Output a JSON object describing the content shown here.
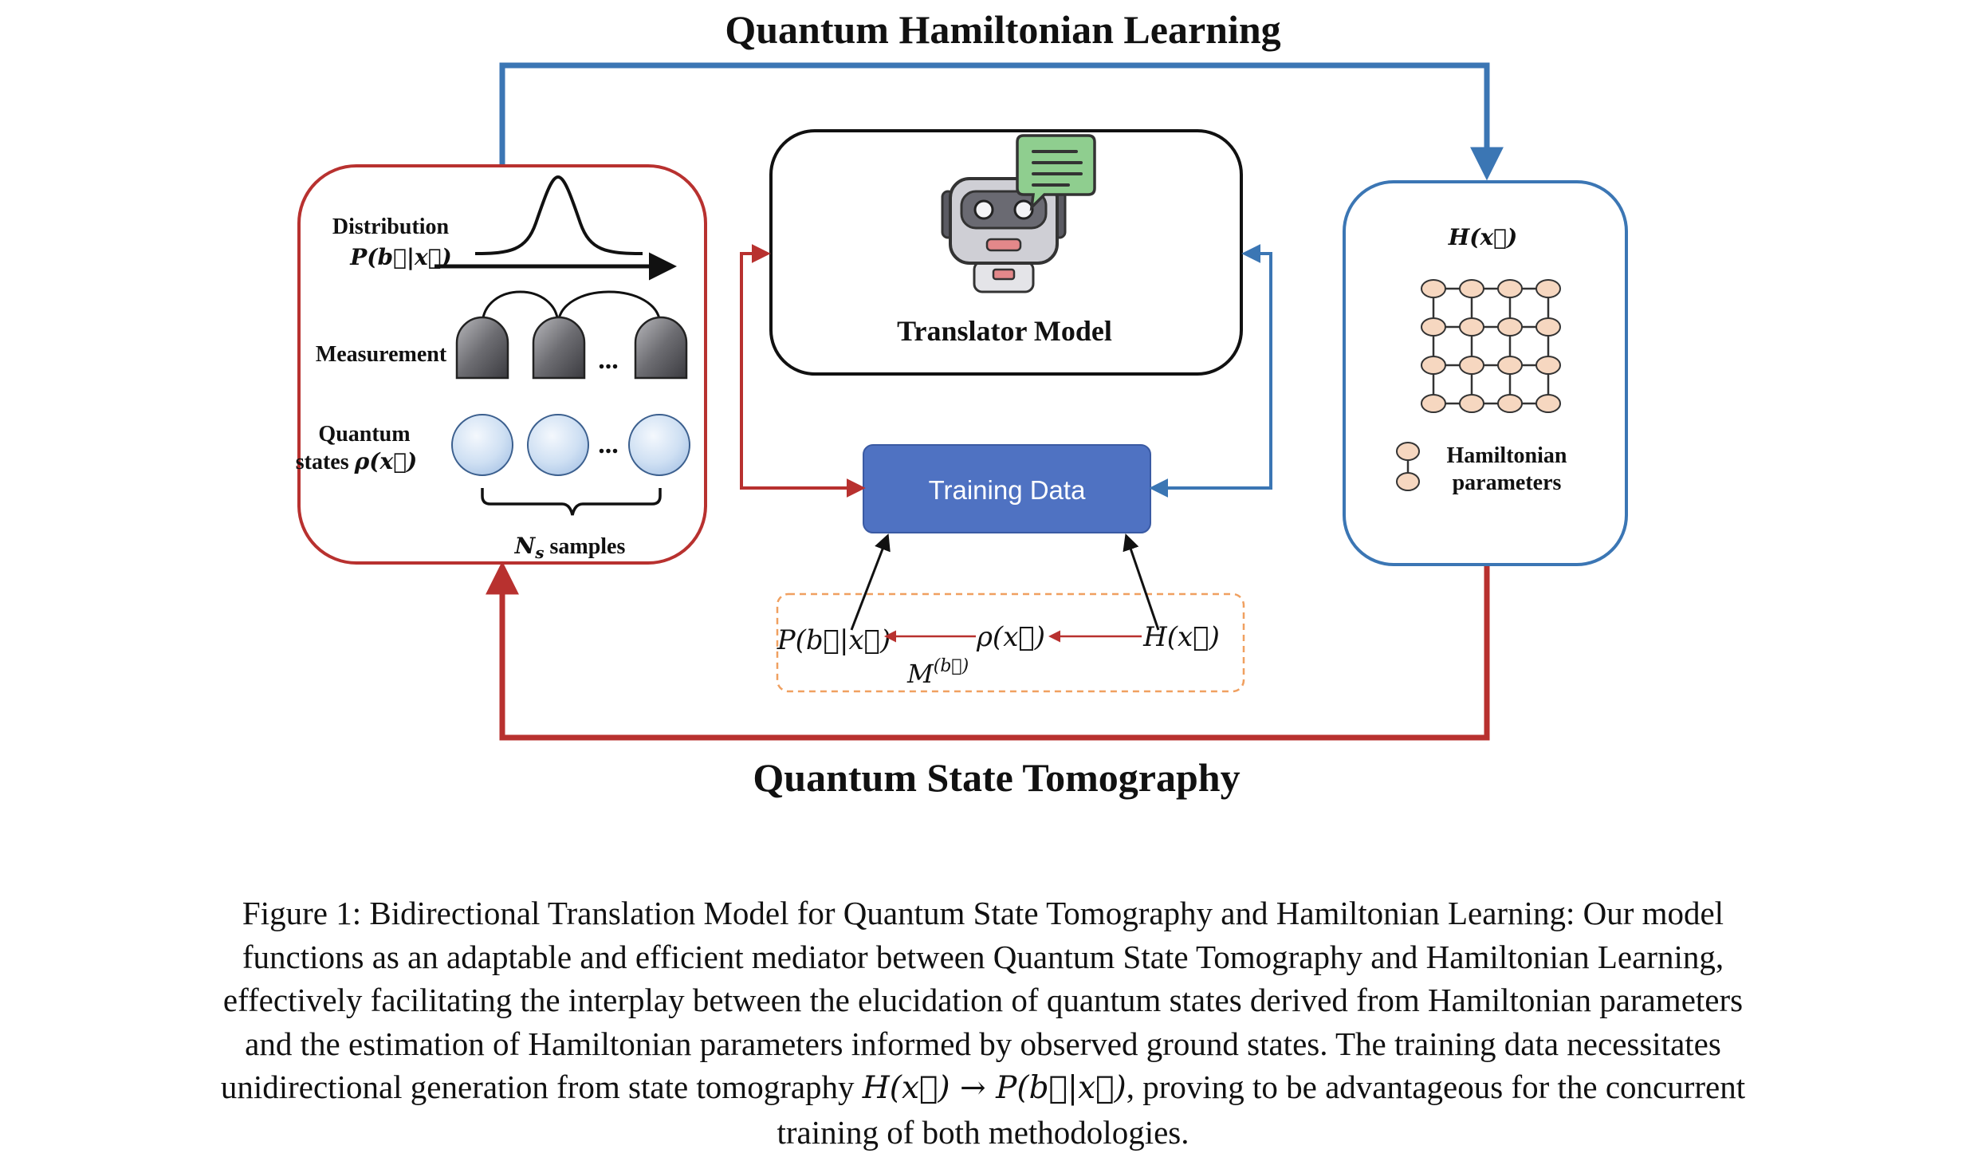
{
  "title_top": "Quantum Hamiltonian Learning",
  "title_bottom": "Quantum State Tomography",
  "left_panel": {
    "distribution_label": "Distribution",
    "distribution_expr": "P(b⃗|x⃗)",
    "measurement_label": "Measurement",
    "quantum_states_label_1": "Quantum",
    "quantum_states_label_2": "states",
    "quantum_states_expr": "ρ(x⃗)",
    "ellipsis": "...",
    "samples_label": "samples",
    "samples_symbol": "N",
    "samples_subscript": "s"
  },
  "center_panel": {
    "translator_label": "Translator Model",
    "training_data_label": "Training Data",
    "chain": {
      "p_expr": "P(b⃗|x⃗)",
      "rho_expr": "ρ(x⃗)",
      "h_expr": "H(x⃗)",
      "m_symbol": "M",
      "m_superscript": "(b⃗)"
    }
  },
  "right_panel": {
    "h_label": "H(x⃗)",
    "legend_line_1": "Hamiltonian",
    "legend_line_2": "parameters"
  },
  "caption": {
    "line_1": "Figure 1: Bidirectional Translation Model for Quantum State Tomography and Hamiltonian Learning: Our model",
    "line_2": "functions as an adaptable and efficient mediator between Quantum State Tomography and Hamiltonian Learning,",
    "line_3": "effectively facilitating the interplay between the elucidation of quantum states derived from Hamiltonian parameters",
    "line_4": "and the estimation of Hamiltonian parameters informed by observed ground states. The training data necessitates",
    "line_5a": "unidirectional generation from state tomography",
    "line_5_math": "H(x⃗) → P(b⃗|x⃗)",
    "line_5b": ", proving to be advantageous for the concurrent",
    "line_6": "training of both methodologies."
  },
  "colors": {
    "red": "#b8312f",
    "blue": "#3b76b4",
    "training_fill": "#4f72c2",
    "orange_dash": "#f0a060",
    "node_fill": "#f6d7c0",
    "state_fill": "#cfe0f3"
  }
}
